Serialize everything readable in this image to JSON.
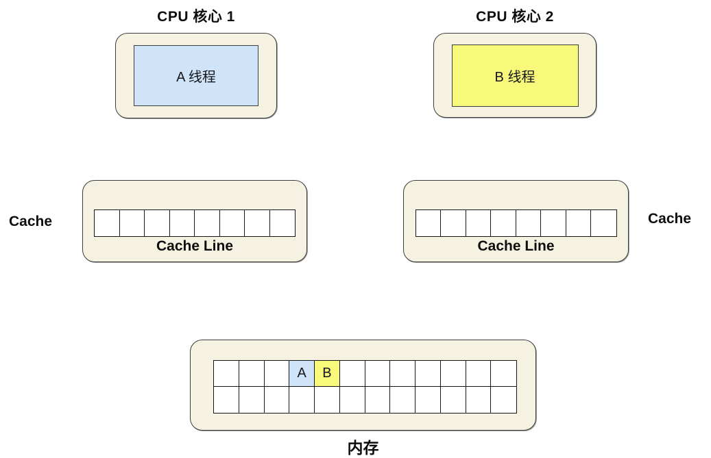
{
  "cores": [
    {
      "title": "CPU 核心 1",
      "thread_label": "A 线程",
      "thread_color": "#cfe4f8"
    },
    {
      "title": "CPU 核心 2",
      "thread_label": "B 线程",
      "thread_color": "#f8f97a"
    }
  ],
  "caches": [
    {
      "label": "Cache",
      "line_label": "Cache Line",
      "cell_count": 8
    },
    {
      "label": "Cache",
      "line_label": "Cache Line",
      "cell_count": 8
    }
  ],
  "memory": {
    "label": "内存",
    "rows": 2,
    "columns": 12,
    "highlighted_cells": [
      {
        "row": 0,
        "col": 3,
        "text": "A",
        "color": "#cfe4f8"
      },
      {
        "row": 0,
        "col": 4,
        "text": "B",
        "color": "#f8f97a"
      }
    ]
  },
  "colors": {
    "page_bg": "#ffffff",
    "panel_bg": "#f6f2e2",
    "panel_border": "#3a3a3a",
    "grid_line": "#141414",
    "thread_a_bg": "#cfe4f8",
    "thread_b_bg": "#f8f97a",
    "text": "#111111"
  }
}
